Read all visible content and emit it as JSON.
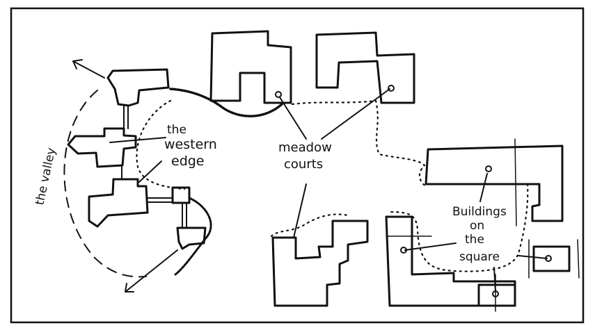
{
  "labels": {
    "valley": "the valley",
    "western_line1": "the",
    "western_line2": "western",
    "western_line3": "edge",
    "meadow_line1": "meadow",
    "meadow_line2": "courts",
    "square_line1": "Buildings",
    "square_line2": "on",
    "square_line3": "the",
    "square_line4": "square"
  },
  "colors": {
    "ink": "#111111",
    "paper": "#ffffff"
  }
}
